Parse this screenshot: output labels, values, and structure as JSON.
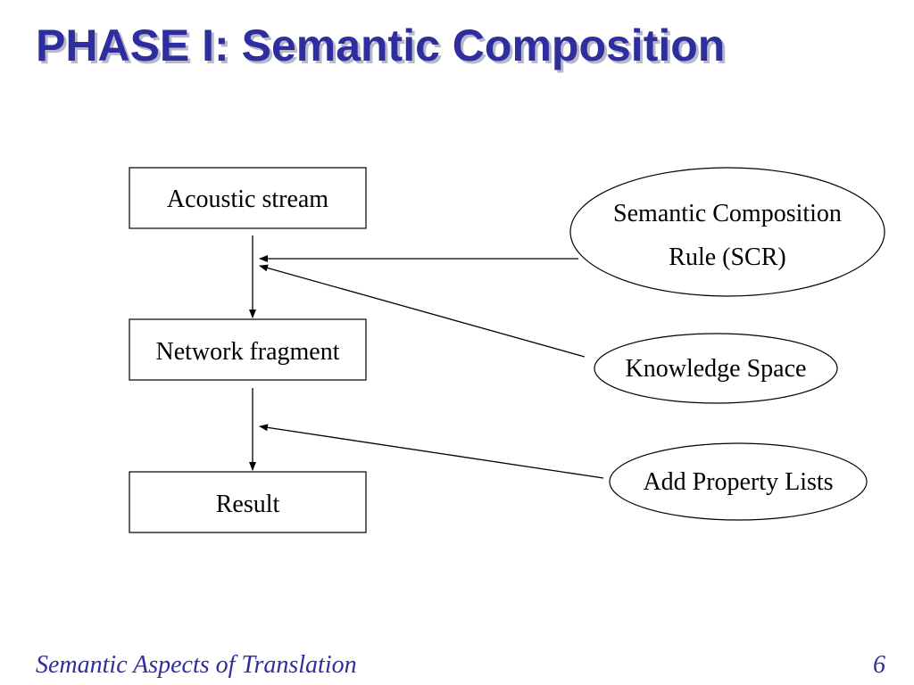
{
  "title": "PHASE I: Semantic Composition",
  "nodes": {
    "acoustic_stream": "Acoustic stream",
    "network_fragment": "Network fragment",
    "result": "Result",
    "scr_line1": "Semantic Composition",
    "scr_line2": "Rule (SCR)",
    "knowledge_space": "Knowledge Space",
    "add_property_lists": "Add Property Lists"
  },
  "footer": {
    "left": "Semantic Aspects of Translation",
    "page_number": "6"
  }
}
